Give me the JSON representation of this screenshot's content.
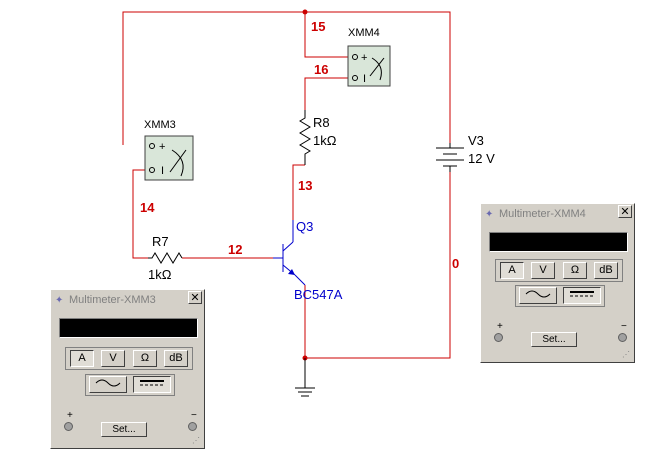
{
  "nodes": [
    "15",
    "16",
    "13",
    "14",
    "12",
    "0"
  ],
  "components": {
    "r8": {
      "ref": "R8",
      "value": "1kΩ"
    },
    "r7": {
      "ref": "R7",
      "value": "1kΩ"
    },
    "v3": {
      "ref": "V3",
      "value": "12 V"
    },
    "q3": {
      "ref": "Q3",
      "model": "BC547A"
    },
    "xmm3": {
      "ref": "XMM3"
    },
    "xmm4": {
      "ref": "XMM4"
    }
  },
  "pins": {
    "plus": "+",
    "minus": "I"
  },
  "multimeter_left": {
    "title": "Multimeter-XMM3",
    "close": "✕",
    "reading": "",
    "buttons": [
      "A",
      "V",
      "Ω",
      "dB"
    ],
    "selected": "A",
    "plus": "+",
    "minus": "−",
    "set_label": "Set..."
  },
  "multimeter_right": {
    "title": "Multimeter-XMM4",
    "close": "✕",
    "reading": "",
    "buttons": [
      "A",
      "V",
      "Ω",
      "dB"
    ],
    "selected": "A",
    "plus": "+",
    "minus": "−",
    "set_label": "Set..."
  },
  "colors": {
    "wire": "#cc0000",
    "transistor": "#0000cc",
    "meter_body": "#d9e6d9",
    "panel": "#d4d0c8"
  }
}
